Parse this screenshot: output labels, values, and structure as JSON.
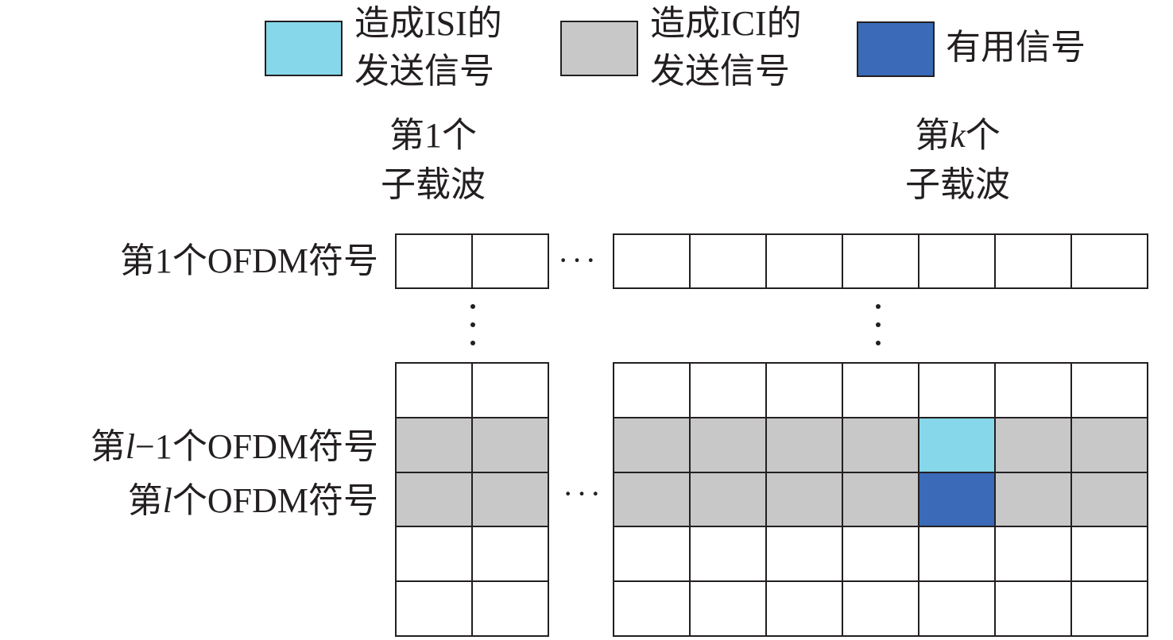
{
  "legend": [
    {
      "line1": "造成ISI的",
      "line2": "发送信号",
      "color": "#86d7e9"
    },
    {
      "line1": "造成ICI的",
      "line2": "发送信号",
      "color": "#c8c8c8"
    },
    {
      "line1": "有用信号",
      "line2": "",
      "color": "#3a6ab8"
    }
  ],
  "columns": {
    "first": {
      "line1": "第1个",
      "line2": "子载波"
    },
    "kth": {
      "line1_prefix": "第",
      "line1_var": "k",
      "line1_suffix": "个",
      "line2": "子载波"
    }
  },
  "rows": {
    "first": "第1个OFDM符号",
    "l_minus_1": {
      "prefix": "第",
      "var": "l",
      "suffix": "−1个OFDM符号"
    },
    "l": {
      "prefix": "第",
      "var": "l",
      "suffix": "个OFDM符号"
    }
  },
  "grid": {
    "top_left": [
      [
        "w",
        "w"
      ]
    ],
    "top_right": [
      [
        "w",
        "w",
        "w",
        "w",
        "w",
        "w",
        "w"
      ]
    ],
    "bottom_left": [
      [
        "w",
        "w"
      ],
      [
        "g",
        "g"
      ],
      [
        "g",
        "g"
      ],
      [
        "w",
        "w"
      ],
      [
        "w",
        "w"
      ]
    ],
    "bottom_right": [
      [
        "w",
        "w",
        "w",
        "w",
        "w",
        "w",
        "w"
      ],
      [
        "g",
        "g",
        "g",
        "g",
        "c",
        "g",
        "g"
      ],
      [
        "g",
        "g",
        "g",
        "g",
        "b",
        "g",
        "g"
      ],
      [
        "w",
        "w",
        "w",
        "w",
        "w",
        "w",
        "w"
      ],
      [
        "w",
        "w",
        "w",
        "w",
        "w",
        "w",
        "w"
      ]
    ]
  },
  "colors": {
    "w": "#ffffff",
    "g": "#c8c8c8",
    "c": "#86d7e9",
    "b": "#3a6ab8"
  }
}
